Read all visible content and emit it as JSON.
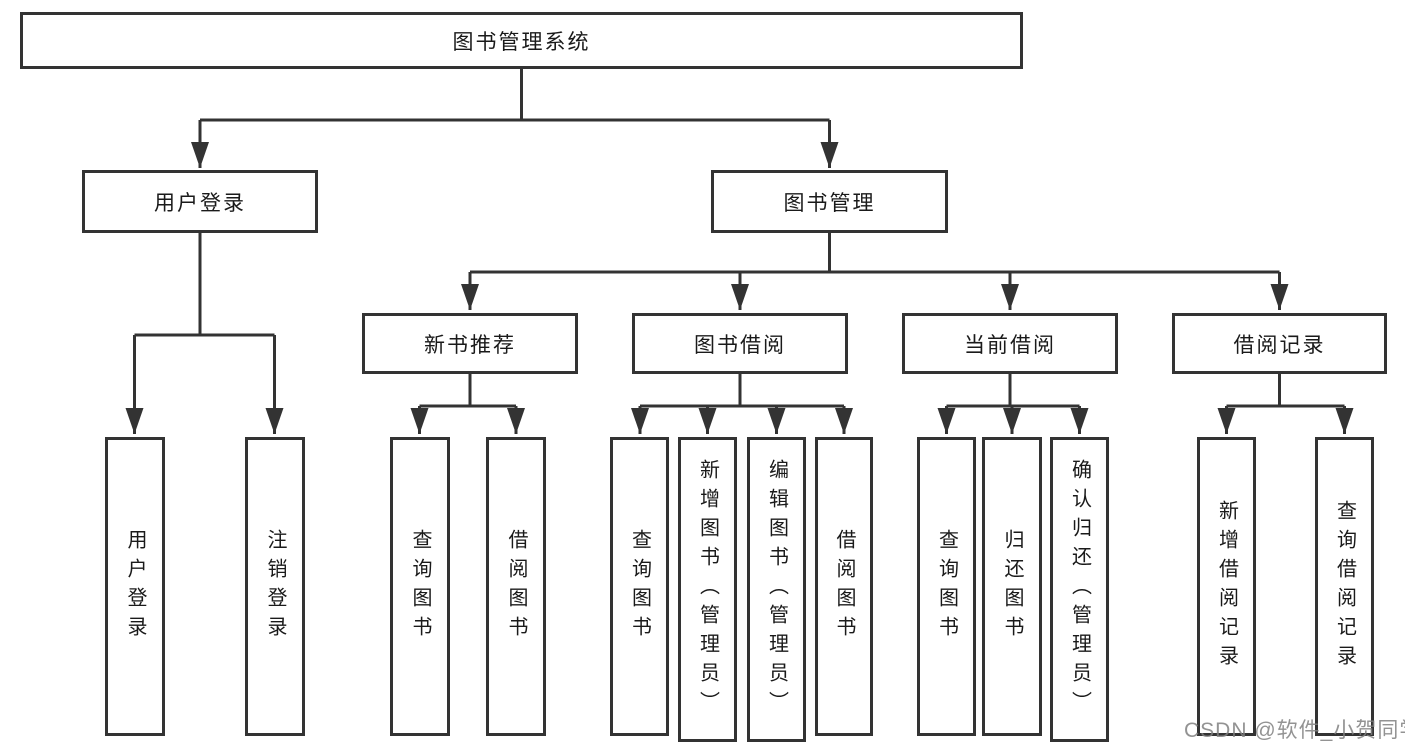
{
  "tree": {
    "root": "图书管理系统",
    "branches": [
      {
        "label": "用户登录",
        "children": [
          "用户登录",
          "注销登录"
        ]
      },
      {
        "label": "图书管理",
        "groups": [
          {
            "label": "新书推荐",
            "children": [
              "查询图书",
              "借阅图书"
            ]
          },
          {
            "label": "图书借阅",
            "children": [
              "查询图书",
              "新增图书（管理员）",
              "编辑图书（管理员）",
              "借阅图书"
            ]
          },
          {
            "label": "当前借阅",
            "children": [
              "查询图书",
              "归还图书",
              "确认归还（管理员）"
            ]
          },
          {
            "label": "借阅记录",
            "children": [
              "新增借阅记录",
              "查询借阅记录"
            ]
          }
        ]
      }
    ]
  },
  "watermark": "CSDN @软件_小贺同学",
  "colors": {
    "line": "#333333",
    "box_border": "#333333",
    "box_fill": "#ffffff",
    "text": "#1a1a1a",
    "watermark": "#808080"
  }
}
